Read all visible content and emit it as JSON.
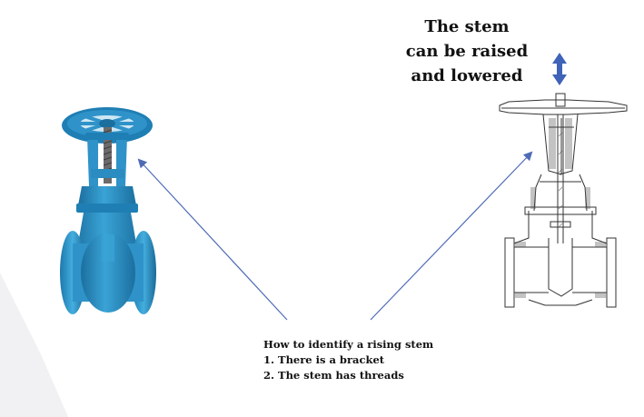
{
  "headline": {
    "line1": "The stem",
    "line2": "can be raised",
    "line3": "and lowered"
  },
  "caption": {
    "title": "How to identify a rising stem",
    "item1": "1. There is a bracket",
    "item2": "2. The stem has threads"
  },
  "colors": {
    "valve_blue": "#2f93c9",
    "valve_dark": "#1b6f9f",
    "arrow_blue": "#4e6bb5",
    "drawing_line": "#333333",
    "background_shape": "#f1f1f3"
  },
  "icons": {
    "stem_arrow": "double-vertical-arrow-icon"
  }
}
